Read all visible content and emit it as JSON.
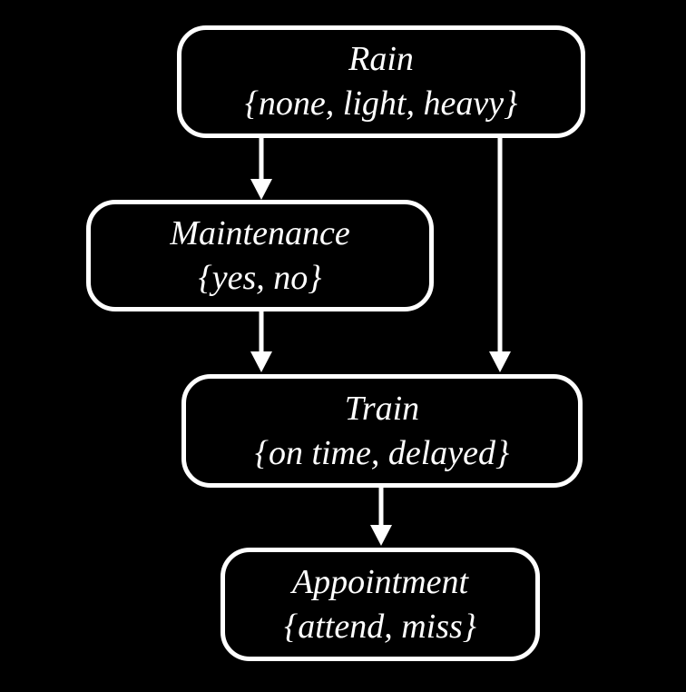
{
  "diagram": {
    "type": "bayesian-network",
    "background_color": "#000000",
    "node_border_color": "#ffffff",
    "node_fill_color": "#000000",
    "text_color": "#ffffff",
    "arrow_color": "#ffffff"
  },
  "nodes": {
    "rain": {
      "label": "Rain",
      "values": "{none, light, heavy}"
    },
    "maintenance": {
      "label": "Maintenance",
      "values": "{yes, no}"
    },
    "train": {
      "label": "Train",
      "values": "{on time, delayed}"
    },
    "appointment": {
      "label": "Appointment",
      "values": "{attend, miss}"
    }
  },
  "edges": [
    {
      "from": "rain",
      "to": "maintenance"
    },
    {
      "from": "rain",
      "to": "train"
    },
    {
      "from": "maintenance",
      "to": "train"
    },
    {
      "from": "train",
      "to": "appointment"
    }
  ]
}
